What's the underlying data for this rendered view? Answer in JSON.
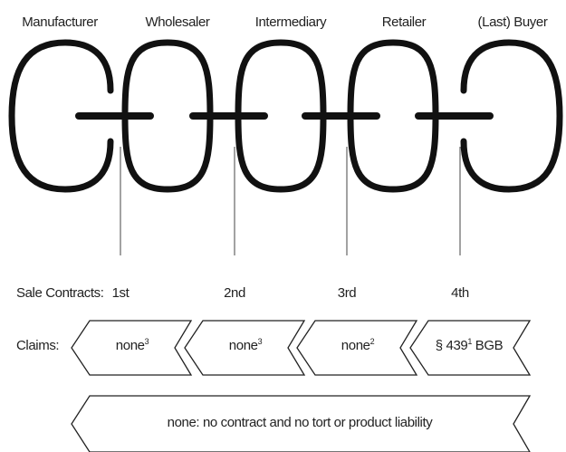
{
  "parties": [
    "Manufacturer",
    "Wholesaler",
    "Intermediary",
    "Retailer",
    "(Last) Buyer"
  ],
  "sale_contracts": {
    "label": "Sale Contracts:",
    "ordinals": [
      "1st",
      "2nd",
      "3rd",
      "4th"
    ]
  },
  "claims": {
    "label": "Claims:",
    "items": [
      {
        "text": "none",
        "sup": "3"
      },
      {
        "text": "none",
        "sup": "3"
      },
      {
        "text": "none",
        "sup": "2"
      },
      {
        "text": "§ 439",
        "sup": "1",
        "suffix": " BGB"
      }
    ]
  },
  "bottom": "none: no contract and no tort or product liability"
}
